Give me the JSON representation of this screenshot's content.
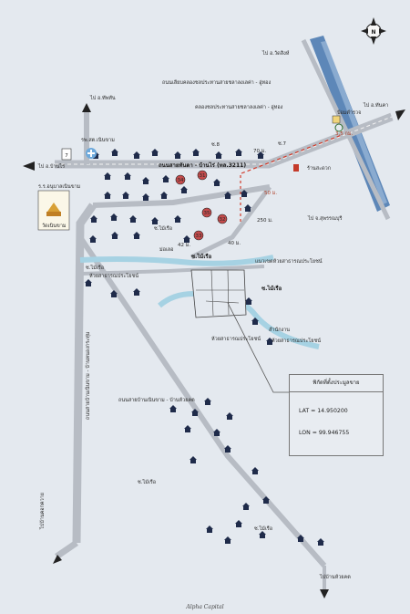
{
  "map": {
    "north": "N",
    "roads": {
      "main": "ถนนสายทันตา - บ้านไร่ (ทล.3211)",
      "to_ban_rai": "ไป อ.บ้านไร่",
      "to_wat_sing": "ไป อ.วัดสิงห์",
      "to_nong_chang": "ไป อ.ทันคา",
      "to_suphan": "ไป จ.สุพรรณบุรี",
      "to_thap_than": "ไป อ.ทัพทัน",
      "to_ban_khok": "ไปบ้านคอกควาย",
      "to_ban_huai_khot": "ไปบ้านห้วยคต",
      "canal_road": "ถนนเลียบคลองชลประทานสายชลาลงเลค่า - อู่ทอง",
      "canal": "คลองชลประทานสายชลาลงเลค่า - อู่ทอง",
      "rural_road": "ถนนสายบ้านเนินขาม - บ้านห้วยคต",
      "vertical_road": "ถนนสายบ้านเนินขาม - บ้านหนองกระทุ่ม",
      "hospital": "รพ.สต.เนินขาม",
      "school": "ร.ร.อนุบาลเนินขาม",
      "temple": "วัดเนินขาม",
      "market": "ร้านสะดวก",
      "dist_35": "3.5 กม.",
      "dist_50": "50 ม.",
      "dist_250": "250 ม.",
      "dist_70": "70 ม.",
      "dist_42": "42 ม.",
      "dist_40": "40 ม.",
      "s_tessaban": "ซ.ไม้เรือ",
      "s_maiseui": "ซ.ไม้เรือ",
      "s_maiseui2": "ซ.ไม้เรือ",
      "s_maiseui3": "ซ.ไม้เรือ",
      "s_maiseui4": "ซ.ไม้เรือ",
      "s_maiseui_main": "ซ.ไม้เรือ",
      "s_maiseui_land": "ซ.ไม้เรือ",
      "s_tessaban_office": "สำนักงาน",
      "s_tessaban2": "ซ.ไม้เรือ",
      "lower_canal": "ห้วยสาธารณประโยชน์",
      "lower_canal2": "ห้วยสาธารณประโยชน์",
      "upper_canal": "ห้วยสาธารณประโยชน์",
      "canal_upper": "แนวเขตห้วยสาธารณประโยชน์",
      "num_a": "ซ.8",
      "num_b": "ซ.7",
      "kiosk": "ป้อมตำรวจ",
      "prefix": "ม่อเลอ"
    },
    "markers": [
      "31",
      "34",
      "35",
      "33",
      "32"
    ]
  },
  "info_box": {
    "title": "พิกัดที่ตั้งประมูลขาย",
    "lat": "LAT = 14.950200",
    "lon": "LON = 99.946755"
  },
  "footer": "Alpha Capital"
}
